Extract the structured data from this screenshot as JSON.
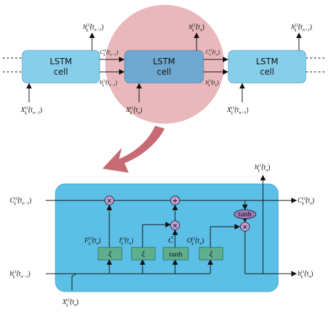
{
  "colors": {
    "cell": "#87CEEB",
    "cell_center": "#6FA8D0",
    "highlight_circle": "#E8B4B8",
    "big_panel": "#5BBFE6",
    "gate": "#5FAF8F",
    "gate_border": "#2F7A60",
    "operator": "#C4A0D8",
    "tanh_ellipse": "#9E7AB8",
    "arrow": "#C86A74"
  },
  "top": {
    "cells": [
      {
        "line1": "LSTM",
        "line2": "cell"
      },
      {
        "line1": "LSTM",
        "line2": "cell"
      },
      {
        "line1": "LSTM",
        "line2": "cell"
      }
    ],
    "inputs": [
      {
        "base": "X",
        "sub": "k",
        "sup": "(1)",
        "arg": "(t",
        "argsub": "n−1",
        "close": ")"
      },
      {
        "base": "X",
        "sub": "k",
        "sup": "(1)",
        "arg": "(t",
        "argsub": "n",
        "close": ")"
      },
      {
        "base": "X",
        "sub": "k",
        "sup": "(1)",
        "arg": "(t",
        "argsub": "n+1",
        "close": ")"
      }
    ],
    "outputs": [
      {
        "base": "h",
        "sub": "k",
        "sup": "(1)",
        "arg": "(t",
        "argsub": "n−1",
        "close": ")"
      },
      {
        "base": "h",
        "sub": "k",
        "sup": "(1)",
        "arg": "(t",
        "argsub": "n",
        "close": ")"
      },
      {
        "base": "h",
        "sub": "k",
        "sup": "(1)",
        "arg": "(t",
        "argsub": "n+1",
        "close": ")"
      }
    ],
    "links": [
      {
        "base": "C",
        "sub": "k",
        "sup": "(1)",
        "arg": "(t",
        "argsub": "n−1",
        "close": ")"
      },
      {
        "base": "h",
        "sub": "k",
        "sup": "(1)",
        "arg": "(t",
        "argsub": "n−1",
        "close": ")"
      },
      {
        "base": "C",
        "sub": "k",
        "sup": "(1)",
        "arg": "(t",
        "argsub": "n",
        "close": ")"
      },
      {
        "base": "h",
        "sub": "k",
        "sup": "(1)",
        "arg": "(t",
        "argsub": "n",
        "close": ")"
      }
    ]
  },
  "detail": {
    "c_in": {
      "base": "C",
      "sub": "k",
      "sup": "(1)",
      "arg": "(t",
      "argsub": "n−1",
      "close": ")"
    },
    "c_out": {
      "base": "C",
      "sub": "k",
      "sup": "(1)",
      "arg": "(t",
      "argsub": "n",
      "close": ")"
    },
    "h_in": {
      "base": "h",
      "sub": "k",
      "sup": "(1)",
      "arg": "(t",
      "argsub": "n−1",
      "close": ")"
    },
    "h_out": {
      "base": "h",
      "sub": "k",
      "sup": "(1)",
      "arg": "(t",
      "argsub": "n",
      "close": ")"
    },
    "h_top": {
      "base": "h",
      "sub": "k",
      "sup": "(1)",
      "arg": "(t",
      "argsub": "n",
      "close": ")"
    },
    "x_in": {
      "base": "X",
      "sub": "k",
      "sup": "(1)",
      "arg": "(t",
      "argsub": "n",
      "close": ")"
    },
    "forget": {
      "base": "F",
      "sub": "k",
      "sup": "(1)",
      "arg": "(t",
      "argsub": "n",
      "close": ")"
    },
    "input": {
      "base": "I",
      "sub": "k",
      "sup": "(1)",
      "arg": "(t",
      "argsub": "n",
      "close": ")"
    },
    "cand": {
      "base": "C̃",
      "sub": "",
      "sup": "",
      "arg": "",
      "argsub": "",
      "close": ""
    },
    "output": {
      "base": "O",
      "sub": "k",
      "sup": "(1)",
      "arg": "(t",
      "argsub": "n",
      "close": ")"
    },
    "gates": [
      "ξ",
      "ξ",
      "tanh",
      "ξ"
    ],
    "tanh_op": "tanh",
    "mult_symbol": "×",
    "add_symbol": "+"
  }
}
